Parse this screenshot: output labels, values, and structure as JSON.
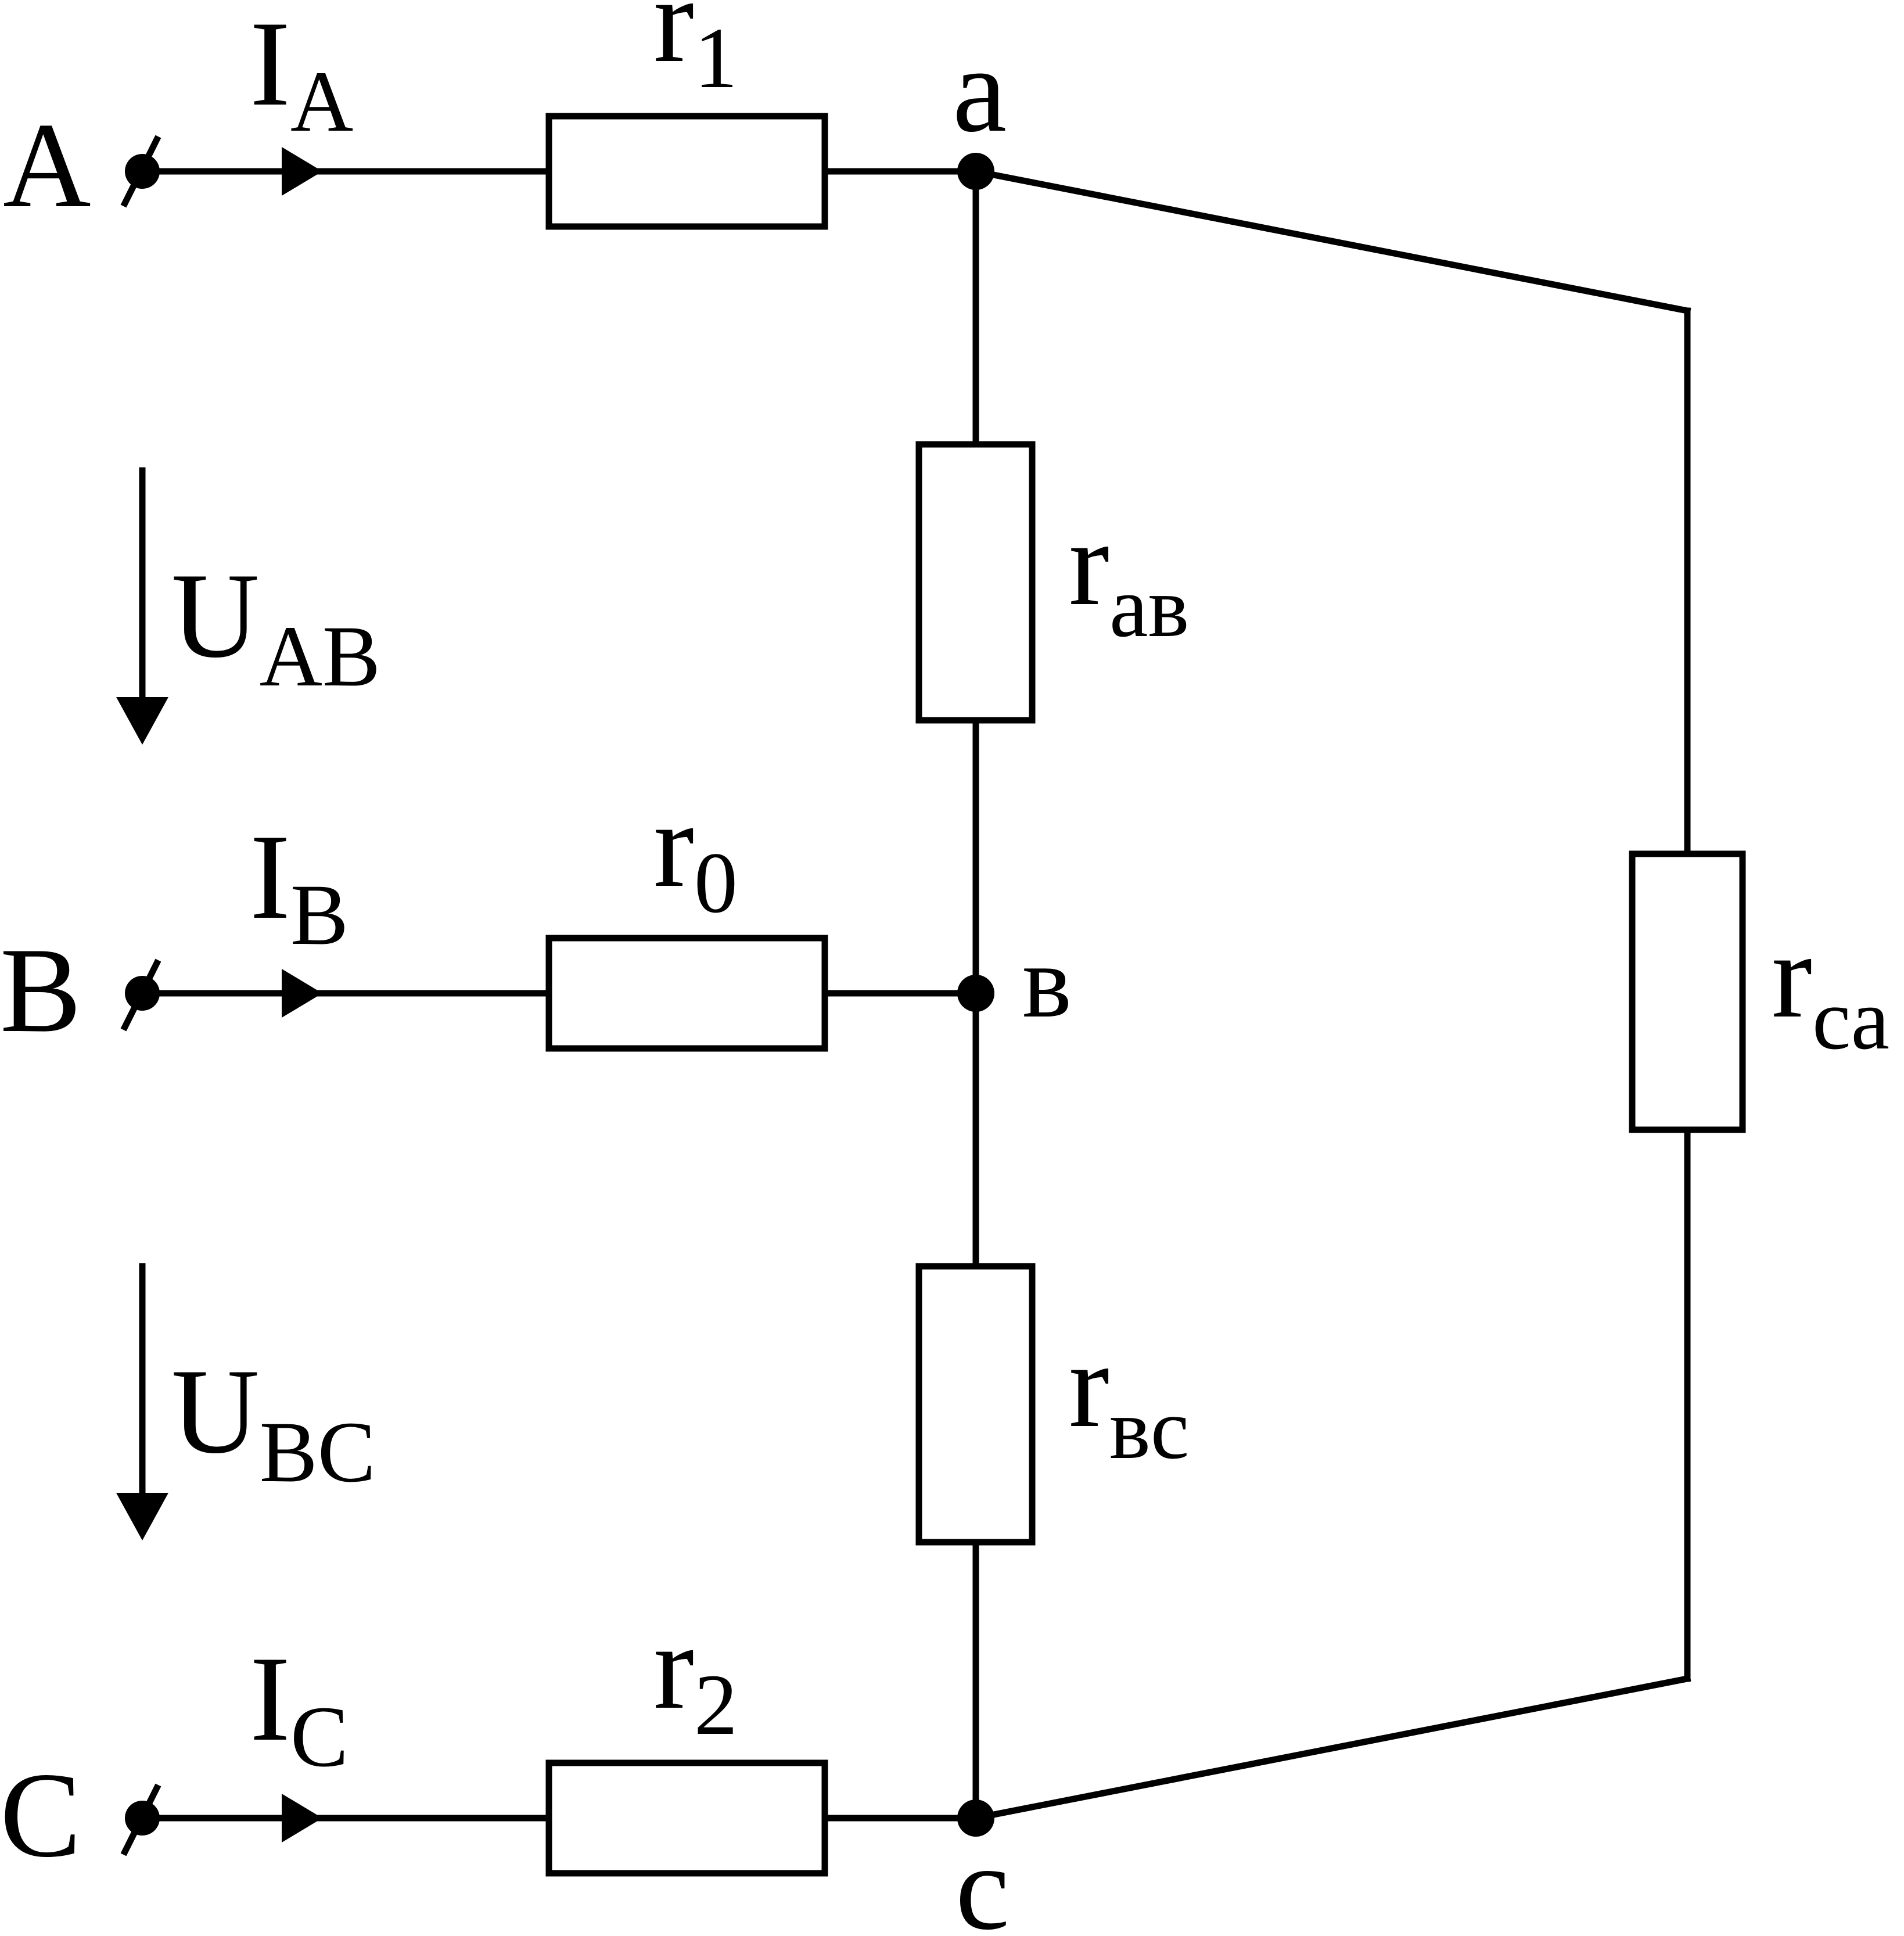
{
  "terminals": {
    "A": "A",
    "B": "B",
    "C": "C"
  },
  "nodes": {
    "a": "a",
    "b": "в",
    "c": "c"
  },
  "currents": [
    {
      "symbol": "I",
      "subscript": "A"
    },
    {
      "symbol": "I",
      "subscript": "B"
    },
    {
      "symbol": "I",
      "subscript": "C"
    }
  ],
  "voltages": [
    {
      "symbol": "U",
      "subscript": "AB"
    },
    {
      "symbol": "U",
      "subscript": "BC"
    }
  ],
  "resistors": {
    "r1": {
      "symbol": "r",
      "subscript": "1"
    },
    "r0": {
      "symbol": "r",
      "subscript": "0"
    },
    "r2": {
      "symbol": "r",
      "subscript": "2"
    },
    "rab": {
      "symbol": "r",
      "subscript": "aв"
    },
    "rbc": {
      "symbol": "r",
      "subscript": "вc"
    },
    "rca": {
      "symbol": "r",
      "subscript": "ca"
    }
  }
}
